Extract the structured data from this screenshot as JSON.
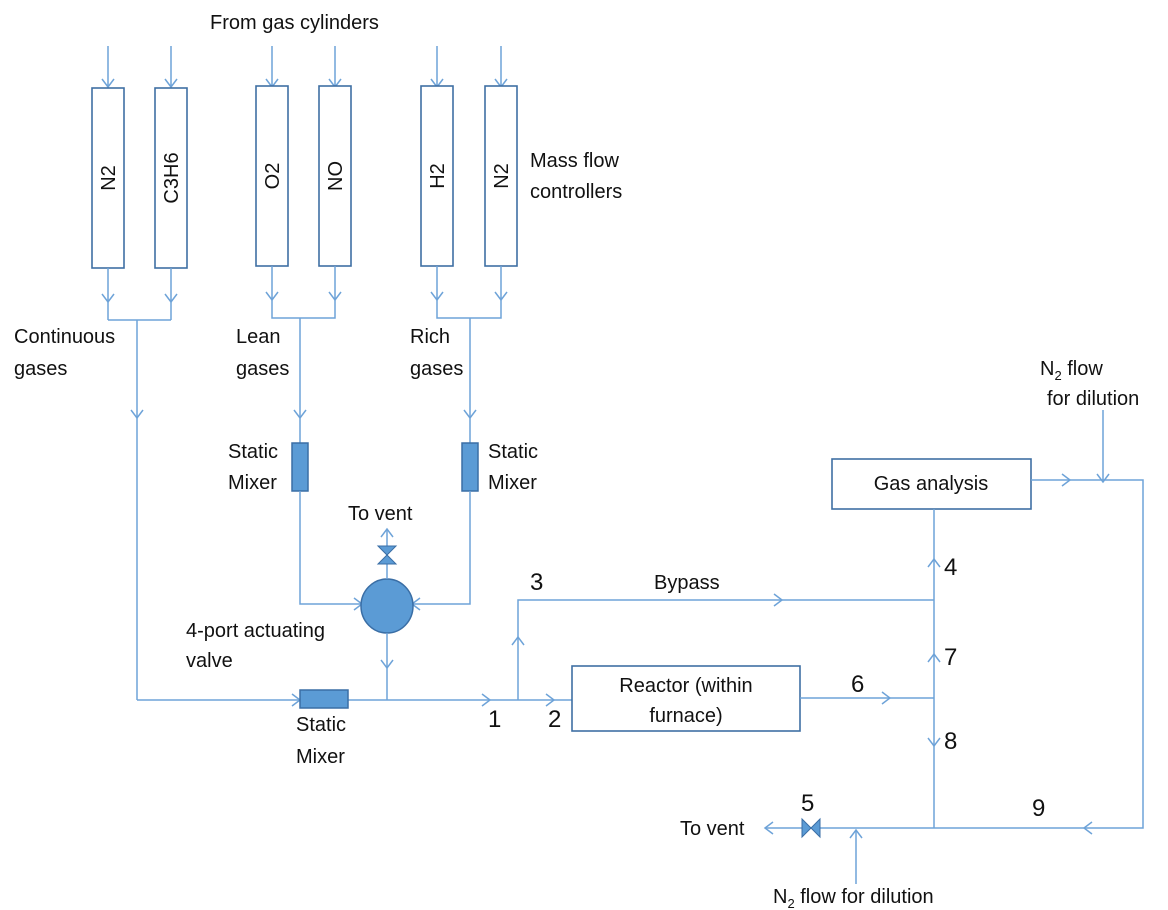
{
  "header": {
    "source_label": "From gas cylinders"
  },
  "mfc": {
    "caption_line1": "Mass flow",
    "caption_line2": "controllers",
    "controllers": [
      "N2",
      "C3H6",
      "O2",
      "NO",
      "H2",
      "N2"
    ]
  },
  "groups": {
    "continuous_line1": "Continuous",
    "continuous_line2": "gases",
    "lean_line1": "Lean",
    "lean_line2": "gases",
    "rich_line1": "Rich",
    "rich_line2": "gases"
  },
  "mixers": {
    "static_line1": "Static",
    "static_line2": "Mixer"
  },
  "valve": {
    "four_port_line1": "4-port actuating",
    "four_port_line2": "valve",
    "to_vent_top": "To vent",
    "to_vent_bottom": "To vent"
  },
  "process": {
    "bypass": "Bypass",
    "reactor_line1": "Reactor (within",
    "reactor_line2": "furnace)",
    "gas_analysis": "Gas analysis"
  },
  "dilution": {
    "top_n": "N",
    "top_sub": "2",
    "top_rest": " flow",
    "top_line2": "for dilution",
    "bottom_n": "N",
    "bottom_sub": "2",
    "bottom_rest": " flow for dilution"
  },
  "points": {
    "p1": "1",
    "p2": "2",
    "p3": "3",
    "p4": "4",
    "p5": "5",
    "p6": "6",
    "p7": "7",
    "p8": "8",
    "p9": "9"
  },
  "colors": {
    "pipe": "#6ea3d8",
    "component_fill": "#5b9bd5",
    "box_border": "#3f6fa3"
  }
}
